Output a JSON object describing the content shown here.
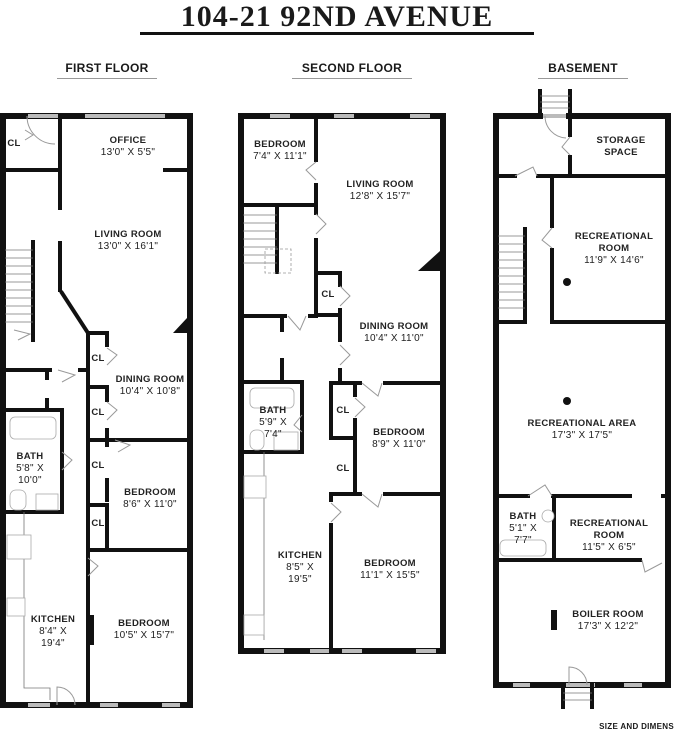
{
  "title": "104-21 92ND AVENUE",
  "footer_note": "SIZE AND DIMENS",
  "floors": {
    "first": {
      "heading": "FIRST FLOOR",
      "rooms": {
        "office": {
          "name": "OFFICE",
          "dim": "13'0\" X 5'5\""
        },
        "living": {
          "name": "LIVING ROOM",
          "dim": "13'0\" X 16'1\""
        },
        "dining": {
          "name": "DINING ROOM",
          "dim": "10'4\" X 10'8\""
        },
        "bath": {
          "name": "BATH",
          "dim1": "5'8\" X",
          "dim2": "10'0\""
        },
        "bedroom1": {
          "name": "BEDROOM",
          "dim": "8'6\" X 11'0\""
        },
        "kitchen": {
          "name": "KITCHEN",
          "dim1": "8'4\" X",
          "dim2": "19'4\""
        },
        "bedroom2": {
          "name": "BEDROOM",
          "dim": "10'5\" X 15'7\""
        },
        "closet": "CL"
      }
    },
    "second": {
      "heading": "SECOND FLOOR",
      "rooms": {
        "bedroom1": {
          "name": "BEDROOM",
          "dim": "7'4\" X 11'1\""
        },
        "living": {
          "name": "LIVING ROOM",
          "dim": "12'8\" X 15'7\""
        },
        "dining": {
          "name": "DINING ROOM",
          "dim": "10'4\" X 11'0\""
        },
        "bath": {
          "name": "BATH",
          "dim1": "5'9\" X",
          "dim2": "7'4\""
        },
        "bedroom2": {
          "name": "BEDROOM",
          "dim": "8'9\" X 11'0\""
        },
        "kitchen": {
          "name": "KITCHEN",
          "dim1": "8'5\" X",
          "dim2": "19'5\""
        },
        "bedroom3": {
          "name": "BEDROOM",
          "dim": "11'1\" X 15'5\""
        },
        "closet": "CL"
      }
    },
    "basement": {
      "heading": "BASEMENT",
      "rooms": {
        "storage": {
          "name1": "STORAGE",
          "name2": "SPACE"
        },
        "rec_room1": {
          "name1": "RECREATIONAL",
          "name2": "ROOM",
          "dim": "11'9\" X 14'6\""
        },
        "rec_area": {
          "name": "RECREATIONAL AREA",
          "dim": "17'3\" X 17'5\""
        },
        "bath": {
          "name": "BATH",
          "dim1": "5'1\" X",
          "dim2": "7'7\""
        },
        "rec_room2": {
          "name1": "RECREATIONAL",
          "name2": "ROOM",
          "dim": "11'5\" X 6'5\""
        },
        "boiler": {
          "name": "BOILER ROOM",
          "dim": "17'3\" X 12'2\""
        }
      }
    }
  },
  "colors": {
    "wall": "#111111",
    "window": "#bbbbbb",
    "door": "#999999",
    "background": "#ffffff"
  }
}
